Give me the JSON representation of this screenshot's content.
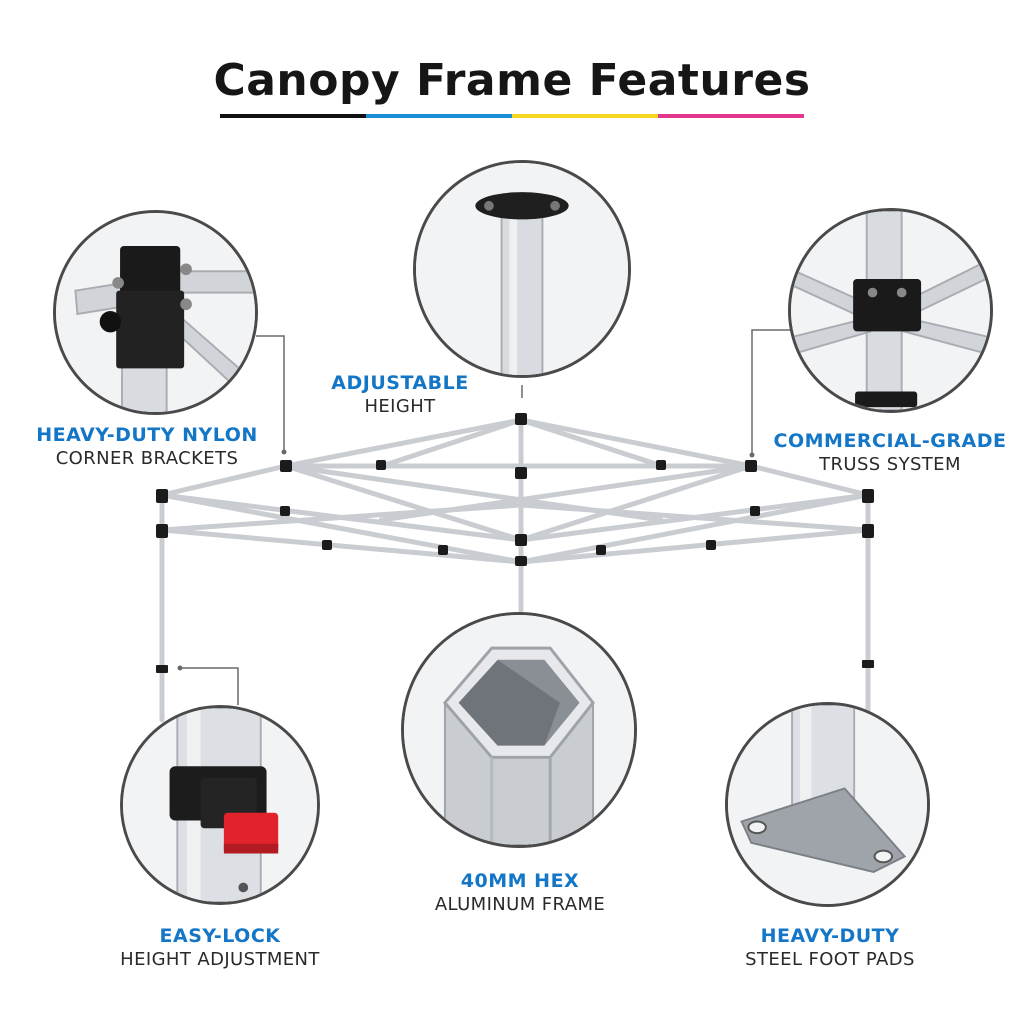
{
  "title": "Canopy Frame Features",
  "title_bar_colors": [
    "#111111",
    "#1b8fd6",
    "#f4d821",
    "#e4378f"
  ],
  "accent_color": "#1476c6",
  "features": {
    "adjustable": {
      "headline": "ADJUSTABLE",
      "sub": "HEIGHT"
    },
    "corner": {
      "headline": "HEAVY-DUTY NYLON",
      "sub": "CORNER BRACKETS"
    },
    "truss": {
      "headline": "COMMERCIAL-GRADE",
      "sub": "TRUSS SYSTEM"
    },
    "easylock": {
      "headline": "EASY-LOCK",
      "sub": "HEIGHT ADJUSTMENT"
    },
    "hex": {
      "headline": "40MM HEX",
      "sub": "ALUMINUM FRAME"
    },
    "foot": {
      "headline": "HEAVY-DUTY",
      "sub": "STEEL FOOT PADS"
    }
  }
}
